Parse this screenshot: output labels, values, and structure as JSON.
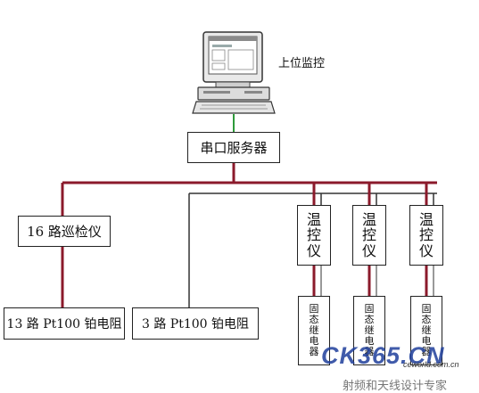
{
  "host": {
    "label": "上位监控"
  },
  "serial_server": {
    "label": "串口服务器"
  },
  "patrol_instrument": {
    "label": "16 路巡检仪"
  },
  "rtd_13": {
    "label": "13 路 Pt100 铂电阻"
  },
  "rtd_3": {
    "label": "3 路 Pt100 铂电阻"
  },
  "temp_controllers": [
    {
      "chars": [
        "温",
        "控",
        "仪"
      ]
    },
    {
      "chars": [
        "温",
        "控",
        "仪"
      ]
    },
    {
      "chars": [
        "温",
        "控",
        "仪"
      ]
    }
  ],
  "relays": [
    {
      "chars": [
        "固",
        "态",
        "继",
        "电",
        "器"
      ]
    },
    {
      "chars": [
        "固",
        "态",
        "继",
        "电",
        "器"
      ]
    },
    {
      "chars": [
        "固",
        "态",
        "继",
        "电",
        "器"
      ]
    }
  ],
  "watermark": {
    "logo": "CK365.CN",
    "site": "ceworld.com.cn",
    "tagline": "射频和天线设计专家"
  },
  "colors": {
    "bus": "#8b1a2b",
    "link": "#333333",
    "host_link": "#2e9b3a",
    "watermark_blue": "#1f3f9c"
  }
}
